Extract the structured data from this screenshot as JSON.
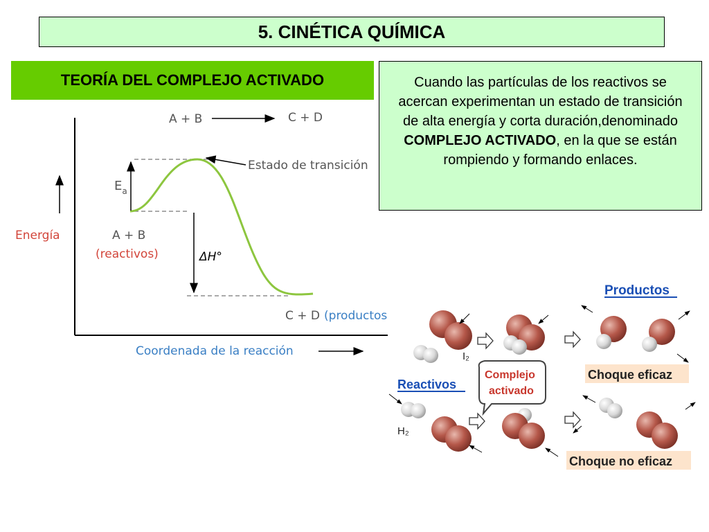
{
  "slide": {
    "title": "5. CINÉTICA QUÍMICA",
    "subtitle": "TEORÍA DEL COMPLEJO ACTIVADO",
    "note": {
      "part1": "Cuando las partículas de los reactivos se acercan experimentan un estado de transición de alta energía y corta duración,denominado ",
      "bold": "COMPLEJO ACTIVADO",
      "part2": ", en la que se están rompiendo y formando enlaces."
    }
  },
  "energy_diagram": {
    "reaction_reactants": "A + B",
    "reaction_products": "C + D",
    "transition_state": "Estado de transición",
    "ea_letter": "E",
    "ea_sub": "a",
    "y_axis_label": "Energía",
    "reactants_label": "A + B",
    "reactants_note": "(reactivos)",
    "delta_h": "ΔH°",
    "products_label": "C + D",
    "products_note": "(productos)",
    "x_axis_label": "Coordenada de la reacción",
    "colors": {
      "curve": "#8dc63f",
      "text": "#555555",
      "reactants": "#d2453a",
      "products": "#3a7fc4"
    }
  },
  "collision_illustration": {
    "productos_label": "Productos",
    "reactivos_label": "Reactivos",
    "complejo_line1": "Complejo",
    "complejo_line2": "activado",
    "i2_label": "I₂",
    "h2_label": "H₂",
    "choque_eficaz": "Choque eficaz",
    "choque_no_eficaz": "Choque no eficaz"
  }
}
